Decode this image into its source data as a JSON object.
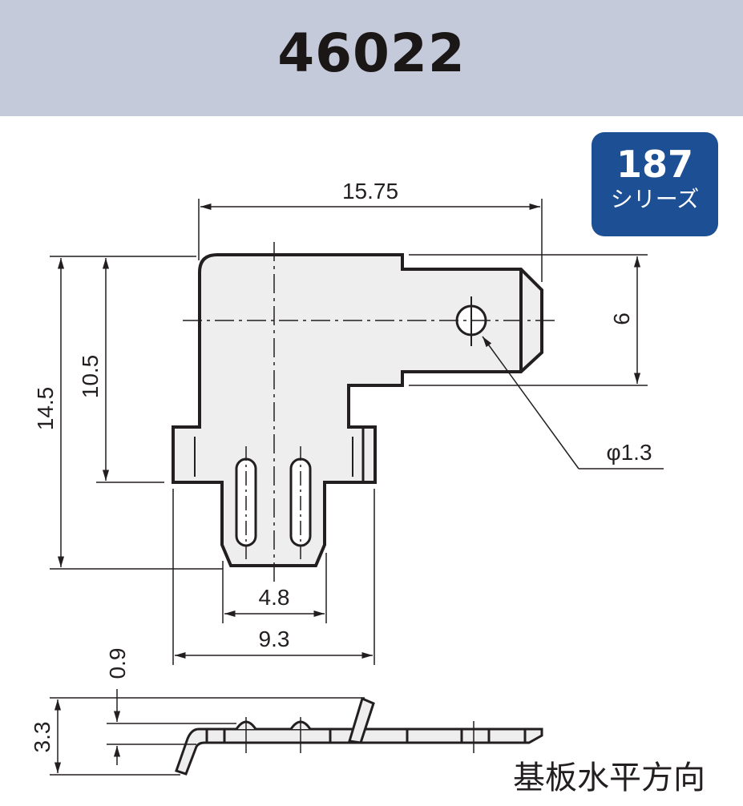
{
  "header": {
    "title": "46022"
  },
  "badge": {
    "number": "187",
    "series": "シリーズ",
    "color": "#1d4f94"
  },
  "dimensions": {
    "overall_width": "15.75",
    "overall_height": "14.5",
    "height_to_tab": "10.5",
    "tab_width": "6",
    "hole_diameter": "φ1.3",
    "leg_width": "4.8",
    "base_width": "9.3",
    "side_offset": "0.9",
    "side_height": "3.3"
  },
  "side_view": {
    "label": "基板水平方向"
  },
  "colors": {
    "header_bg": "#c5cadb",
    "part_fill": "#eeeeee",
    "line": "#231f20"
  }
}
